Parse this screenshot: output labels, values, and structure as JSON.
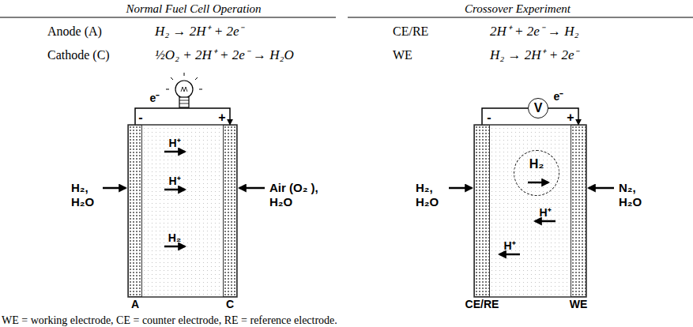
{
  "diagram": {
    "caption": "WE = working electrode, CE = counter electrode, RE = reference electrode.",
    "nodes": [
      {
        "text": [
          "A"
        ]
      },
      {
        "text": [
          "C"
        ]
      },
      {
        "text": [
          "CE/RE"
        ]
      },
      {
        "text": [
          "WE"
        ]
      },
      {
        "text": [
          "H₂"
        ]
      },
      {
        "text": [
          "V"
        ]
      }
    ],
    "edges": [
      {
        "from": 0,
        "to": 1,
        "arrow": "to",
        "label": "e⁻"
      },
      {
        "from": 2,
        "to": 5,
        "arrow": "none"
      },
      {
        "from": 5,
        "to": 3,
        "arrow": "to",
        "label": "e⁻"
      }
    ],
    "labels": [
      "Normal Fuel Cell Operation",
      "Crossover Experiment",
      "Anode (A)",
      "H₂ → 2H⁺ + 2e⁻",
      "Cathode (C)",
      "½O₂ + 2H⁺ + 2e⁻ → H₂O",
      "CE/RE",
      "2H⁺ + 2e⁻ → H₂",
      "WE",
      "H₂ → 2H⁺ + 2e⁻",
      "-",
      "+",
      "H⁺",
      "H⁺",
      "H₂",
      "H₂, H₂O",
      "Air (O₂ ), H₂O",
      "-",
      "+",
      "H⁺",
      "H⁺",
      "H₂, H₂O",
      "N₂, H₂O"
    ]
  }
}
